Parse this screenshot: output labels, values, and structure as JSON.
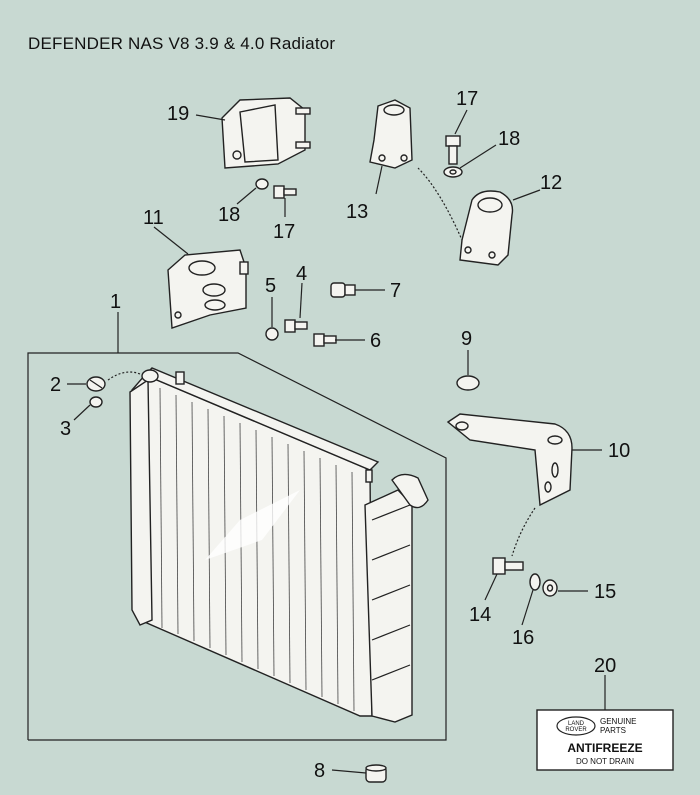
{
  "diagram": {
    "title": "DEFENDER NAS V8 3.9 & 4.0 Radiator",
    "callouts": [
      "1",
      "2",
      "3",
      "4",
      "5",
      "6",
      "7",
      "8",
      "9",
      "10",
      "11",
      "12",
      "13",
      "14",
      "15",
      "16",
      "17",
      "17",
      "18",
      "18",
      "19",
      "20"
    ],
    "label": {
      "brand_line1": "LAND",
      "brand_line2": "ROVER",
      "genuine_line1": "GENUINE",
      "genuine_line2": "PARTS",
      "main": "ANTIFREEZE",
      "sub": "DO NOT DRAIN"
    }
  }
}
